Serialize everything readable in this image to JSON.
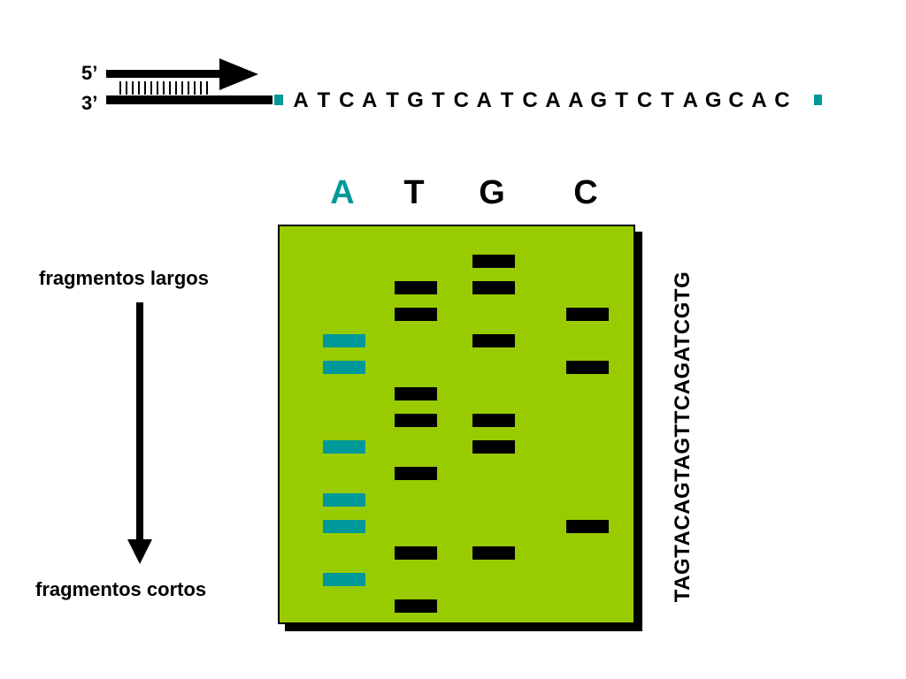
{
  "primer": {
    "five_prime_label": "5’",
    "three_prime_label": "3’"
  },
  "template_sequence": [
    "A",
    "T",
    "C",
    "A",
    "T",
    "G",
    "T",
    "C",
    "A",
    "T",
    "C",
    "A",
    "A",
    "G",
    "T",
    "C",
    "T",
    "A",
    "G",
    "C",
    "A",
    "C"
  ],
  "lanes": [
    {
      "label": "A",
      "color": "#009999",
      "bands": [
        3,
        4,
        7,
        9,
        10,
        12
      ]
    },
    {
      "label": "T",
      "color": "#000000",
      "bands": [
        1,
        2,
        5,
        6,
        8,
        11,
        13
      ]
    },
    {
      "label": "G",
      "color": "#000000",
      "bands": [
        0,
        1,
        3,
        6,
        7,
        11
      ]
    },
    {
      "label": "C",
      "color": "#000000",
      "bands": [
        2,
        4,
        10
      ]
    }
  ],
  "labels": {
    "long_fragments": "fragmentos largos",
    "short_fragments": "fragmentos cortos"
  },
  "read_sequence": "TAGTACAGTAGTTCAGATCGTG",
  "colors": {
    "gel": "#99cc00",
    "accent": "#009999",
    "ink": "#000000"
  }
}
